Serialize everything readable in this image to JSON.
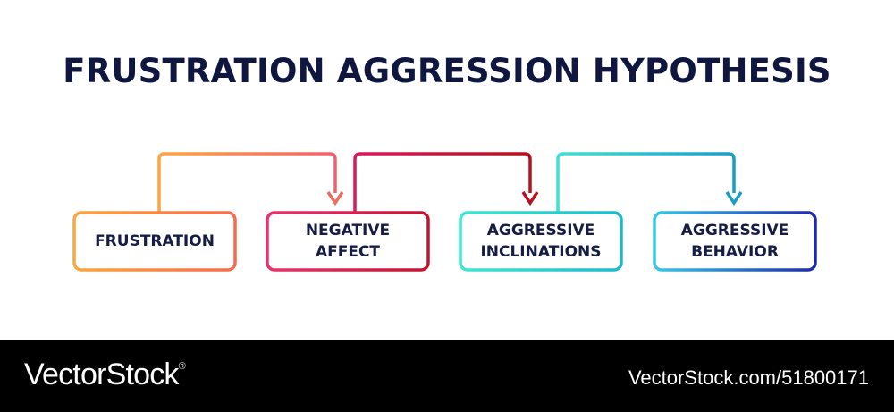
{
  "title": "FRUSTRATION AGGRESSION HYPOTHESIS",
  "steps": [
    {
      "line1": "FRUSTRATION",
      "line2": "",
      "color_start": "#f9a73e",
      "color_end": "#f76a4e"
    },
    {
      "line1": "NEGATIVE",
      "line2": "AFFECT",
      "color_start": "#e8336e",
      "color_end": "#c21430"
    },
    {
      "line1": "AGGRESSIVE",
      "line2": "INCLINATIONS",
      "color_start": "#41e6d0",
      "color_end": "#1eb8cc"
    },
    {
      "line1": "AGGRESSIVE",
      "line2": "BEHAVIOR",
      "color_start": "#38c8e6",
      "color_end": "#1d2aa8"
    }
  ],
  "arrow_colors": [
    "#f37a5a",
    "#c8102e",
    "#1aa3c9"
  ],
  "footer": {
    "brand": "VectorStock",
    "registered_mark": "®",
    "reference": "VectorStock.com/51800171"
  }
}
